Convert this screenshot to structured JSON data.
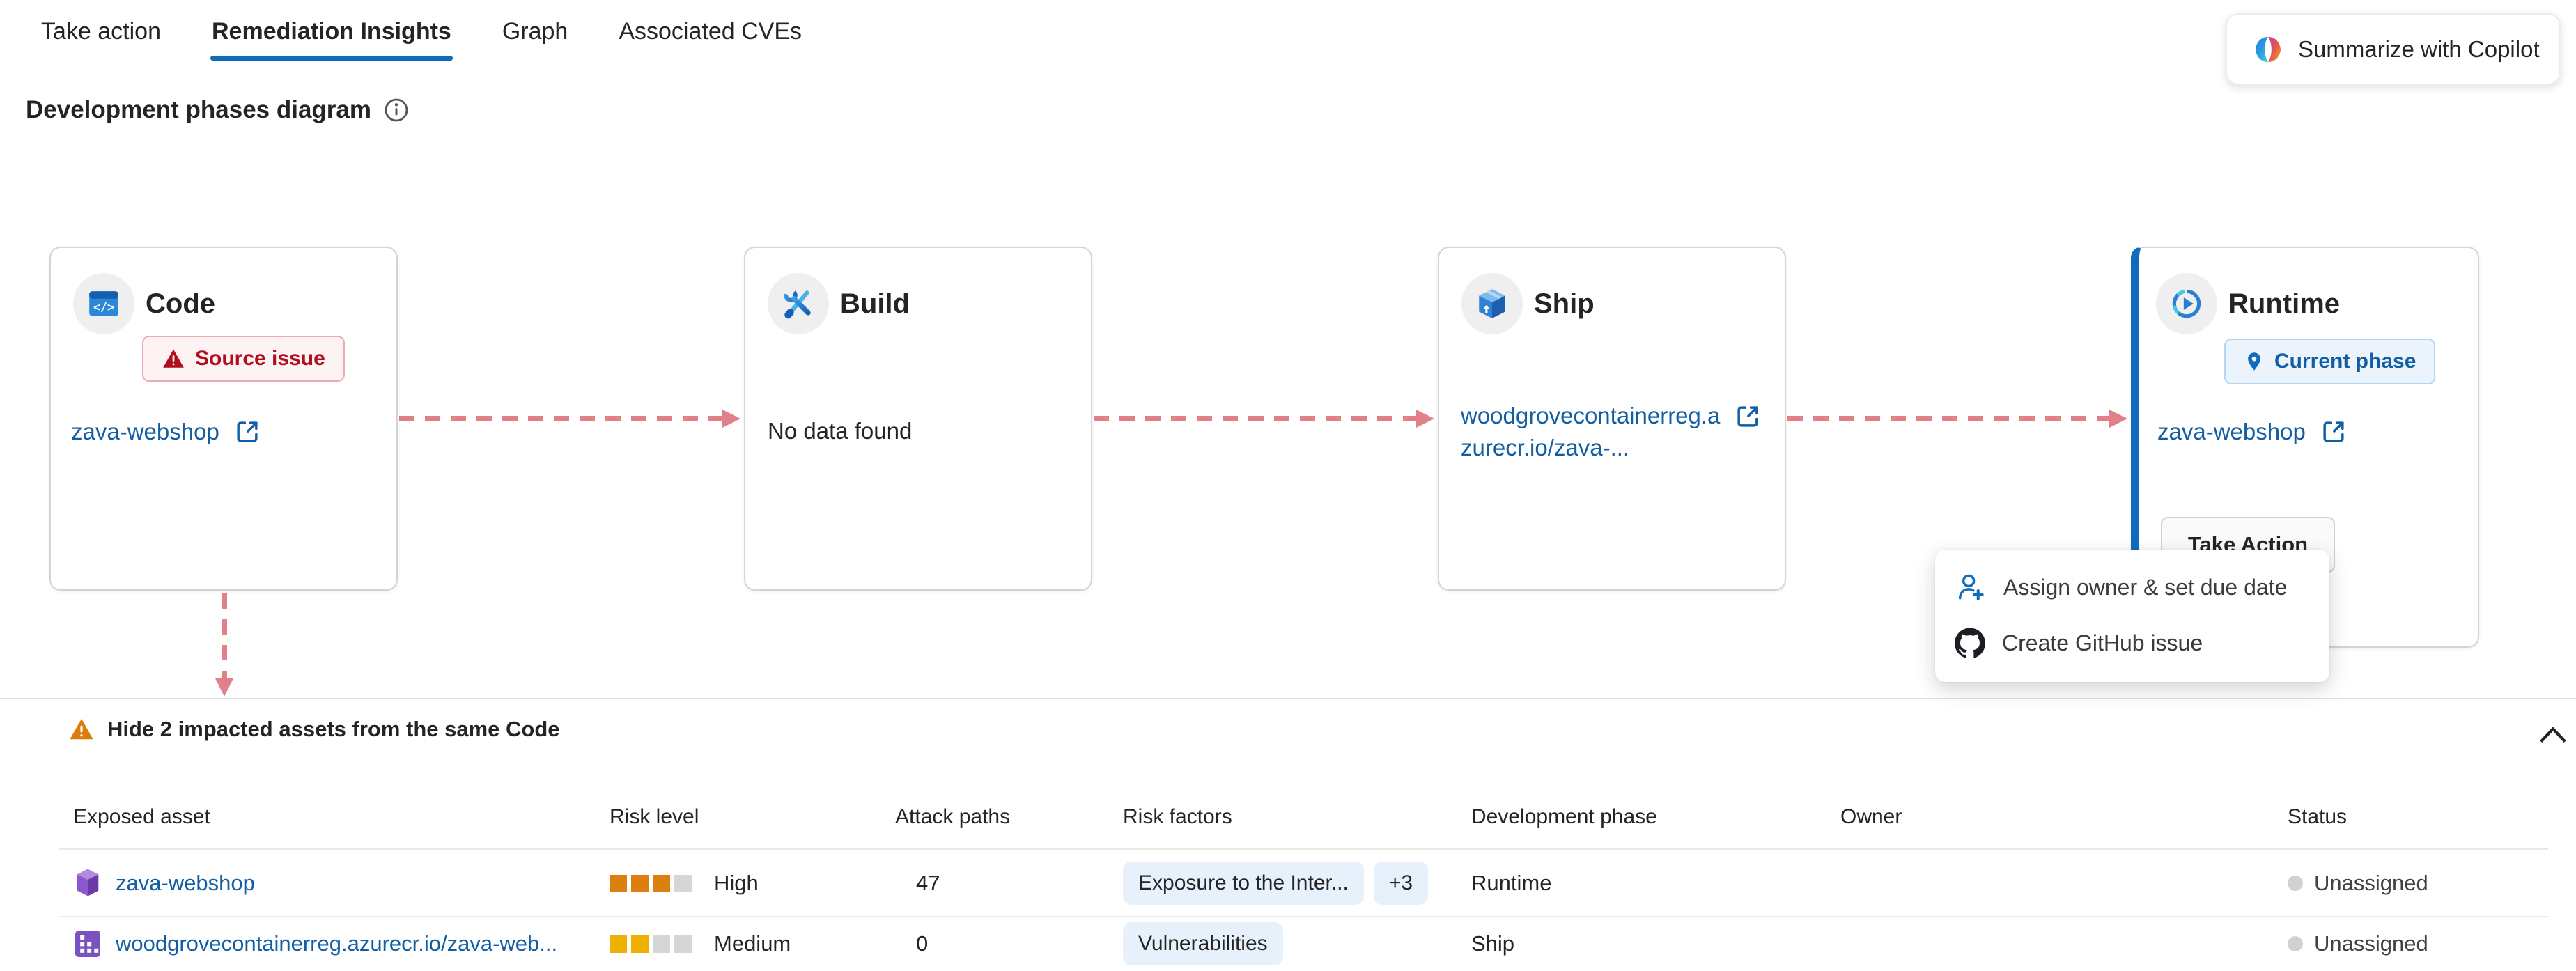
{
  "tabs": {
    "items": [
      {
        "label": "Take action",
        "active": false
      },
      {
        "label": "Remediation Insights",
        "active": true
      },
      {
        "label": "Graph",
        "active": false
      },
      {
        "label": "Associated CVEs",
        "active": false
      }
    ]
  },
  "copilot": {
    "label": "Summarize with Copilot"
  },
  "heading": {
    "title": "Development phases diagram"
  },
  "phases": {
    "code": {
      "title": "Code",
      "badge": "Source issue",
      "link": "zava-webshop"
    },
    "build": {
      "title": "Build",
      "empty_text": "No data found"
    },
    "ship": {
      "title": "Ship",
      "link_line1": "woodgrovecontainerreg.a",
      "link_line2": "zurecr.io/zava-..."
    },
    "runtime": {
      "title": "Runtime",
      "badge": "Current phase",
      "link": "zava-webshop",
      "action_label": "Take Action"
    }
  },
  "menu": {
    "items": [
      {
        "label": "Assign owner & set due date"
      },
      {
        "label": "Create GitHub issue"
      }
    ]
  },
  "expander": {
    "label": "Hide 2 impacted assets from the same Code"
  },
  "table": {
    "columns": [
      "Exposed asset",
      "Risk level",
      "Attack paths",
      "Risk factors",
      "Development phase",
      "Owner",
      "Status"
    ],
    "rows": [
      {
        "asset": "zava-webshop",
        "risk_level": "High",
        "risk_filled": 3,
        "attack_paths": "47",
        "risk_factors": [
          "Exposure to the Inter...",
          "+3"
        ],
        "phase": "Runtime",
        "owner": "",
        "status": "Unassigned"
      },
      {
        "asset": "woodgrovecontainerreg.azurecr.io/zava-web...",
        "risk_level": "Medium",
        "risk_filled": 2,
        "attack_paths": "0",
        "risk_factors": [
          "Vulnerabilities"
        ],
        "phase": "Ship",
        "owner": "",
        "status": "Unassigned"
      }
    ]
  },
  "colors": {
    "accent_blue": "#0f6cbd",
    "link_blue": "#115ea3",
    "arrow_salmon": "#e08089",
    "badge_red_text": "#b10e1c",
    "badge_red_bg": "#fdf3f4",
    "current_phase_bg": "#ebf3fc",
    "risk_high_orange": "#dd7f0e",
    "risk_medium_yellow": "#efb000",
    "warning_orange": "#dd7b0c",
    "chip_bg": "#e7f1fb",
    "card_border": "#d4d4d4",
    "status_dot_gray": "#d1d1d1"
  }
}
